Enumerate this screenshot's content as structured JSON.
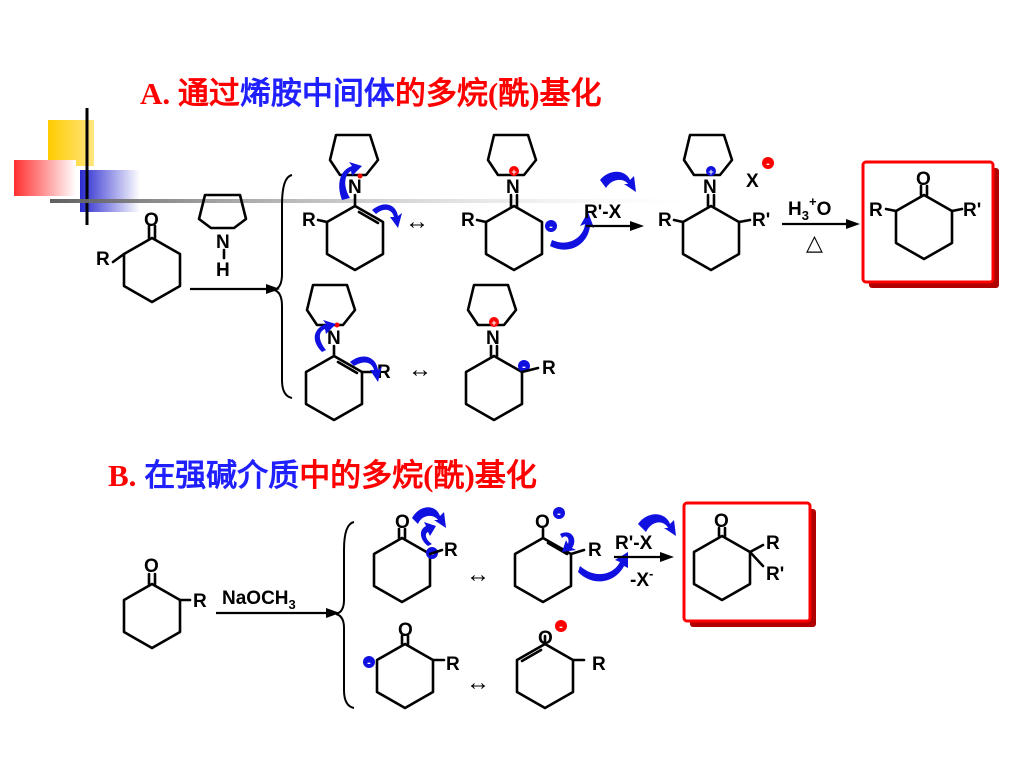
{
  "title_a": {
    "letter": "A.",
    "segments": [
      {
        "text": "通过",
        "color": "#ff0000"
      },
      {
        "text": "烯胺中间体",
        "color": "#2020ff"
      },
      {
        "text": "的多烷(酰)基化",
        "color": "#ff0000"
      }
    ]
  },
  "title_b": {
    "letter": "B.",
    "segments": [
      {
        "text": "在强碱介质",
        "color": "#2020ff"
      },
      {
        "text": "中的多烷(酰)基化",
        "color": "#ff0000"
      }
    ]
  },
  "labels": {
    "atom_o": "O",
    "atom_n": "N",
    "atom_h": "H",
    "atom_x": "X",
    "r": "R",
    "r_prime": "R'",
    "reagent_rx": "R'-X",
    "reagent_h3o_h": "H",
    "reagent_h3o_sub": "3",
    "reagent_h3o_sup": "+",
    "reagent_h3o_o": "O",
    "heat": "△",
    "base_naoch": "NaOCH",
    "base_sub": "3",
    "minus_x": "-X",
    "minus_sup": "-",
    "charge_minus": "-",
    "charge_plus": "+",
    "resonance": "↔"
  },
  "colors": {
    "red": "#ff0000",
    "blue": "#2020ff",
    "curly_arrow": "#1010e0",
    "decor_yellow": "#ffcc00",
    "decor_blue": "#2a2ad0",
    "decor_red": "#ff3030"
  }
}
